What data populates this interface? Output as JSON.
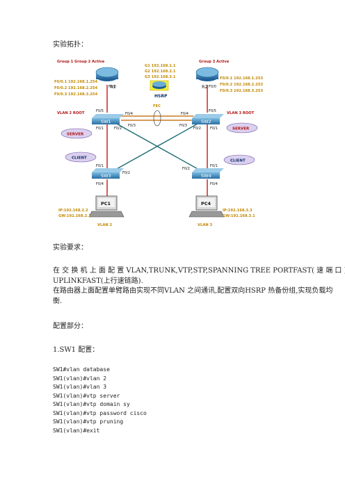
{
  "heading_topology": "实验拓扑：",
  "topology": {
    "r1_groups": "Group 1 Group 2  Active",
    "r2_groups": "Group 3 Active",
    "r1_label": "R1",
    "r2_label": "R2",
    "r1_ips": [
      "F0/0.1 192.168.1.254",
      "F0/0.2 192.168.2.254",
      "F0/0.3 192.168.3.254"
    ],
    "r2_ips": [
      "F0/0.1 192.168.1.253",
      "F0/0.2 192.168.2.253",
      "F0/0.3 192.168.3.253"
    ],
    "hsrp_ips": [
      "G1 192.168.1.1",
      "G2 192.168.2.1",
      "G3 192.168.3.1"
    ],
    "hsrp_label": "HSRP",
    "fec_label": "FEC",
    "vlan2_root": "VLAN 2 ROOT",
    "vlan3_root": "VLAN 3 ROOT",
    "server": "SERVER",
    "client": "CLIENT",
    "sw1": "SW1",
    "sw2": "SW2",
    "sw3": "SW3",
    "sw4": "SW4",
    "pc1": "PC1",
    "pc4": "PC4",
    "vlan2": "VLAN 2",
    "vlan3": "VLAN 3",
    "pc1_ip": "IP:192.168.2.2",
    "pc1_gw": "GW:192.168.2.1",
    "pc4_ip": "IP:192.168.3.3",
    "pc4_gw": "GW:192.168.3.1",
    "ports": {
      "r1_f00": "F0/0",
      "r2_f00": "F0/0",
      "sw1_f05": "F0/5",
      "sw1_f04": "F0/4",
      "sw1_f01": "F0/1",
      "sw1_f02": "F0/2",
      "sw1_f03": "F0/3",
      "sw2_f04": "F0/4",
      "sw2_f05": "F0/5",
      "sw2_f03": "F0/3",
      "sw2_f02": "F0/2",
      "sw2_f01": "F0/1",
      "sw3_f01": "F0/1",
      "sw3_f02": "F0/2",
      "sw3_f04": "F0/4",
      "sw4_f02": "F0/2",
      "sw4_f01": "F0/1",
      "sw4_f04": "F0/4"
    }
  },
  "heading_requirements": "实验要求：",
  "requirements_line1": "在 交 换 机 上 面 配 置  VLAN,TRUNK,VTP,STP,SPANNING  TREE  PORTFAST( 速 端 口 ) 和",
  "requirements_line2": "UPLINKFAST(上行速链路).",
  "requirements_line3": "在路由器上面配置单臂路由实现不同VLAN 之间通讯,配置双向HSRP 热备份组,实现负载均",
  "requirements_line4": "衡.",
  "heading_config": "配置部分：",
  "section_sw1": "1.SW1 配置：",
  "config_lines": [
    "SW1#vlan database",
    "SW1(vlan)#vlan 2",
    "SW1(vlan)#vlan 3",
    "SW1(vlan)#vtp server",
    "SW1(vlan)#vtp domain sy",
    "SW1(vlan)#vtp password cisco",
    "SW1(vlan)#vtp pruning",
    "SW1(vlan)#exit"
  ]
}
